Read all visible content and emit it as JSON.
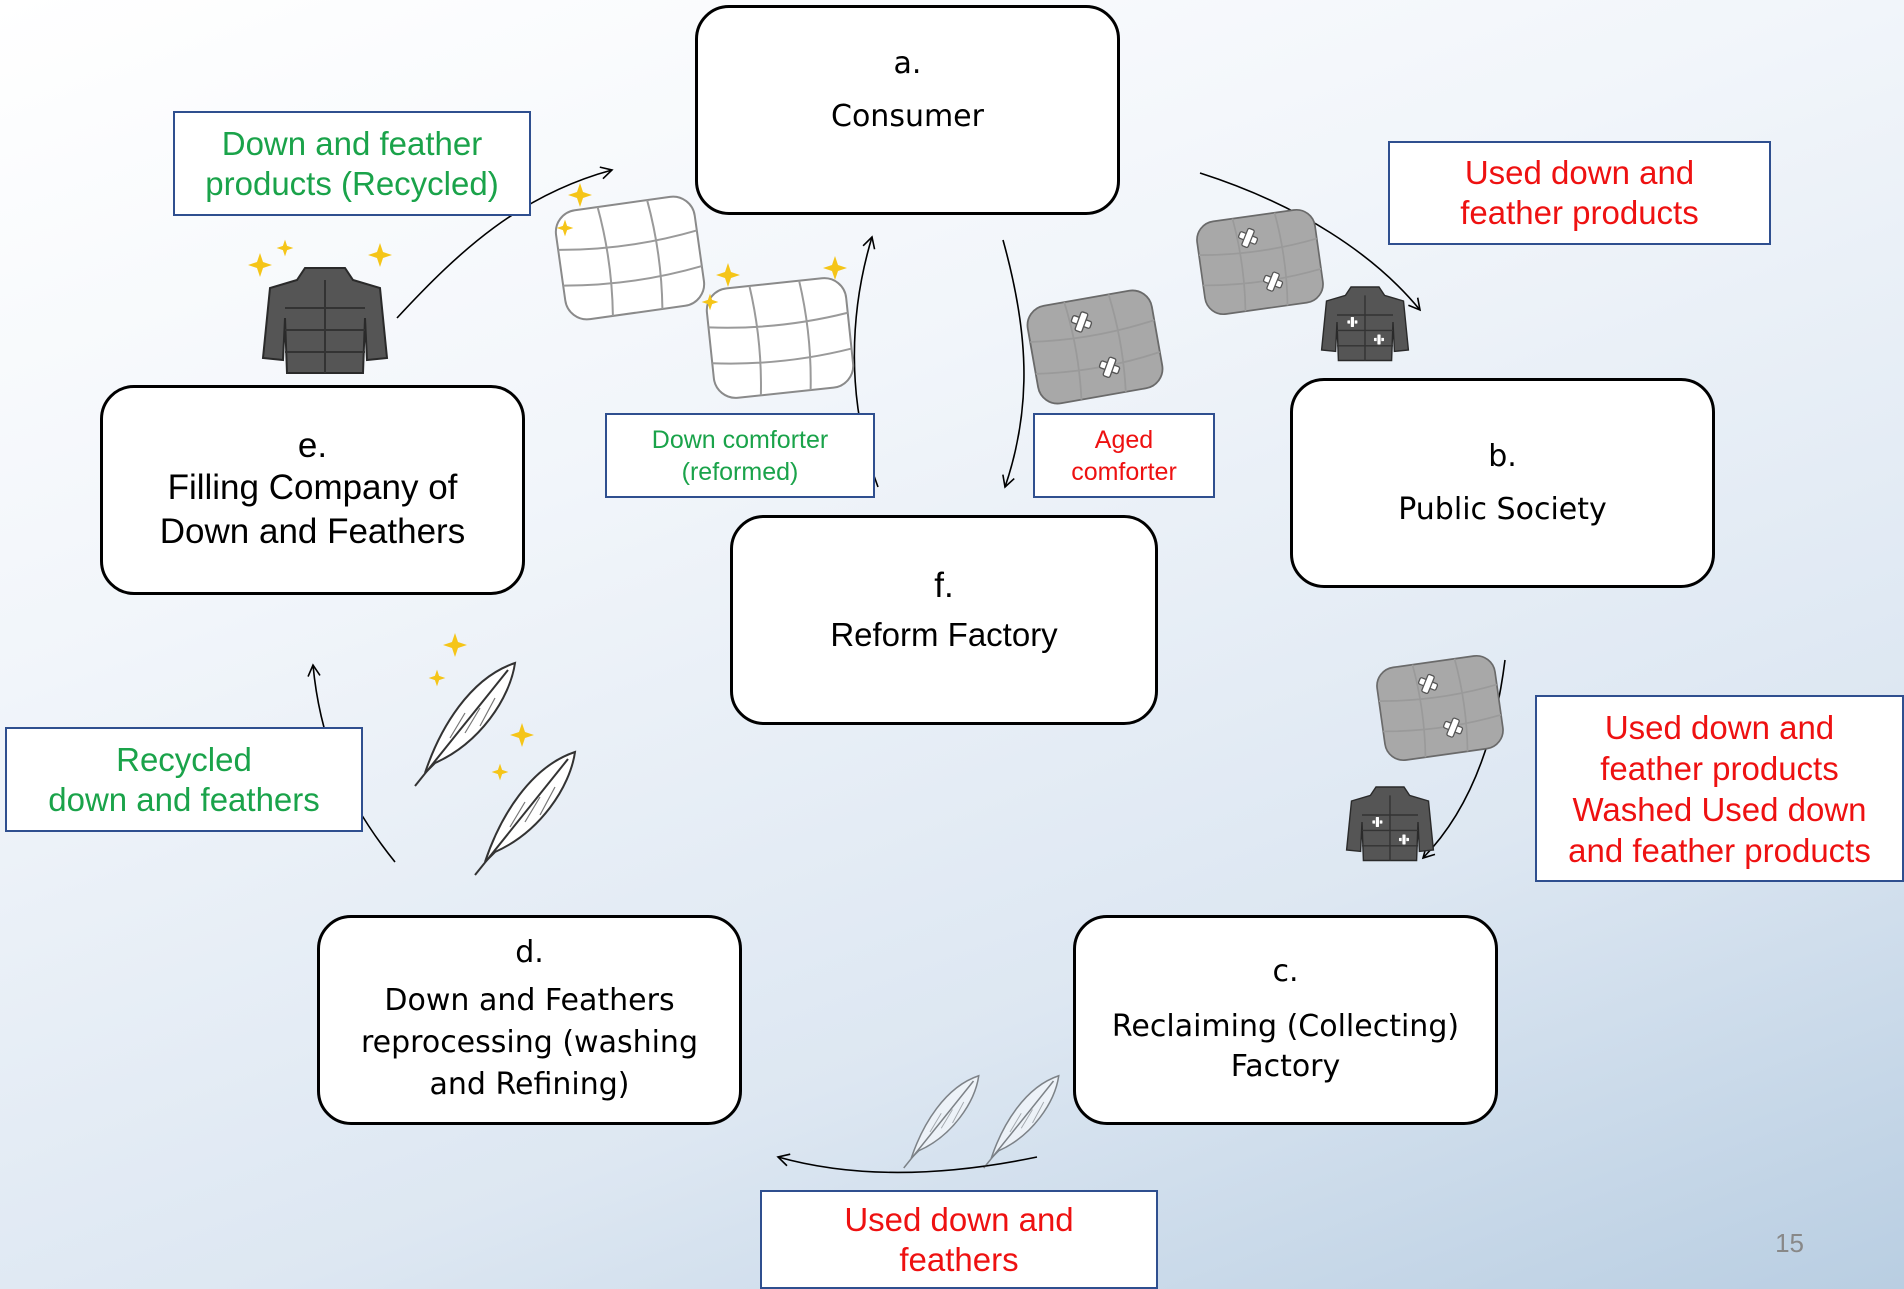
{
  "colors": {
    "label_green": "#1aa34a",
    "label_red": "#ee1111",
    "label_border": "#2f4f8f",
    "sparkle": "#f5c518",
    "jacket_dark": "#555555",
    "comforter_white": "#ffffff",
    "comforter_gray": "#a8a8a8"
  },
  "nodes": {
    "consumer": {
      "letter": "a.",
      "name": "Consumer"
    },
    "public_society": {
      "letter": "b.",
      "name": "Public Society"
    },
    "reclaiming": {
      "letter": "c.",
      "name": "Reclaiming (Collecting)\nFactory"
    },
    "reprocessing": {
      "letter": "d.",
      "name": "Down and Feathers\nreprocessing (washing\nand Refining)"
    },
    "filling": {
      "letter": "e.",
      "name": "Filling Company of\nDown and Feathers"
    },
    "reform": {
      "letter": "f.",
      "name": "Reform Factory"
    }
  },
  "flow_labels": {
    "recycled_products": "Down and feather\nproducts (Recycled)",
    "used_products_top": "Used down and\nfeather products",
    "used_and_washed": "Used  down and\nfeather products\nWashed Used down\nand feather products",
    "used_down_feathers": "Used down and\nfeathers",
    "recycled_down": "Recycled\ndown and feathers",
    "comforter_reformed": "Down comforter\n(reformed)",
    "aged_comforter": "Aged\ncomforter"
  },
  "icons": [
    "sparkle-icon",
    "down-jacket-icon",
    "comforter-icon",
    "patched-comforter-icon",
    "worn-jacket-icon",
    "feather-icon"
  ],
  "page_number": "15"
}
